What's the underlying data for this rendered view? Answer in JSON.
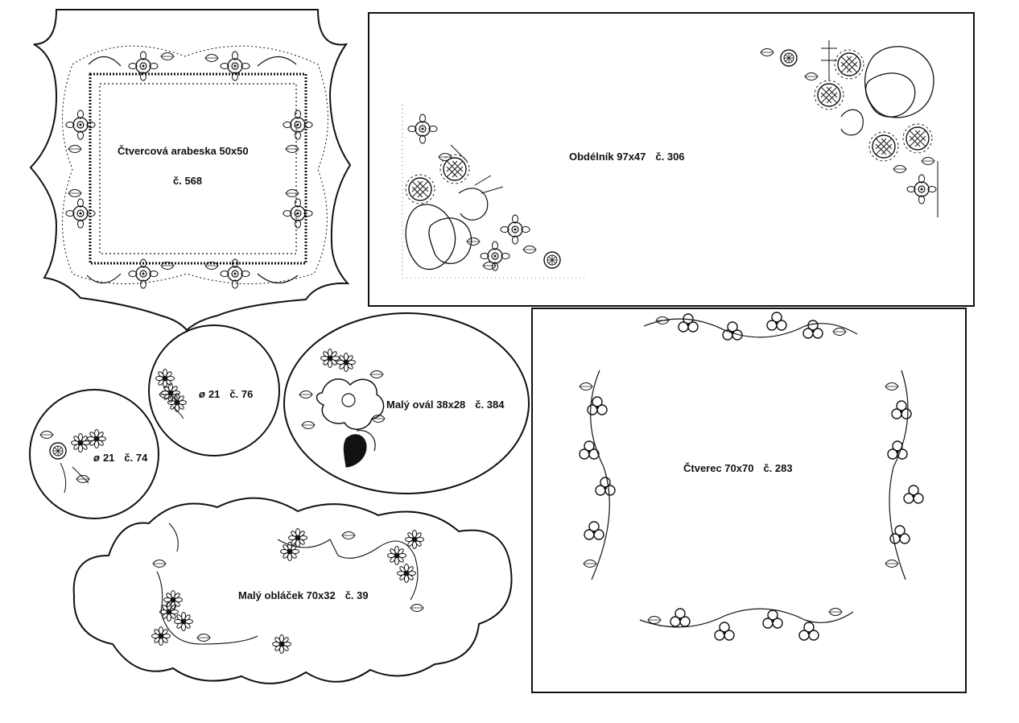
{
  "designs": [
    {
      "id": "arabeska",
      "name": "Čtvercová arabeska 50x50",
      "number": "č. 568"
    },
    {
      "id": "obdelnik",
      "name": "Obdélník 97x47",
      "number": "č. 306"
    },
    {
      "id": "ctverec",
      "name": "Čtverec 70x70",
      "number": "č. 283"
    },
    {
      "id": "kruh76",
      "symbol": "ø",
      "size": "21",
      "number": "č. 76"
    },
    {
      "id": "kruh74",
      "symbol": "ø",
      "size": "21",
      "number": "č. 74"
    },
    {
      "id": "oval",
      "name": "Malý ovál 38x28",
      "number": "č. 384"
    },
    {
      "id": "oblacek",
      "name": "Malý obláček 70x32",
      "number": "č. 39"
    }
  ],
  "colors": {
    "ink": "#111111",
    "paper": "#ffffff"
  }
}
